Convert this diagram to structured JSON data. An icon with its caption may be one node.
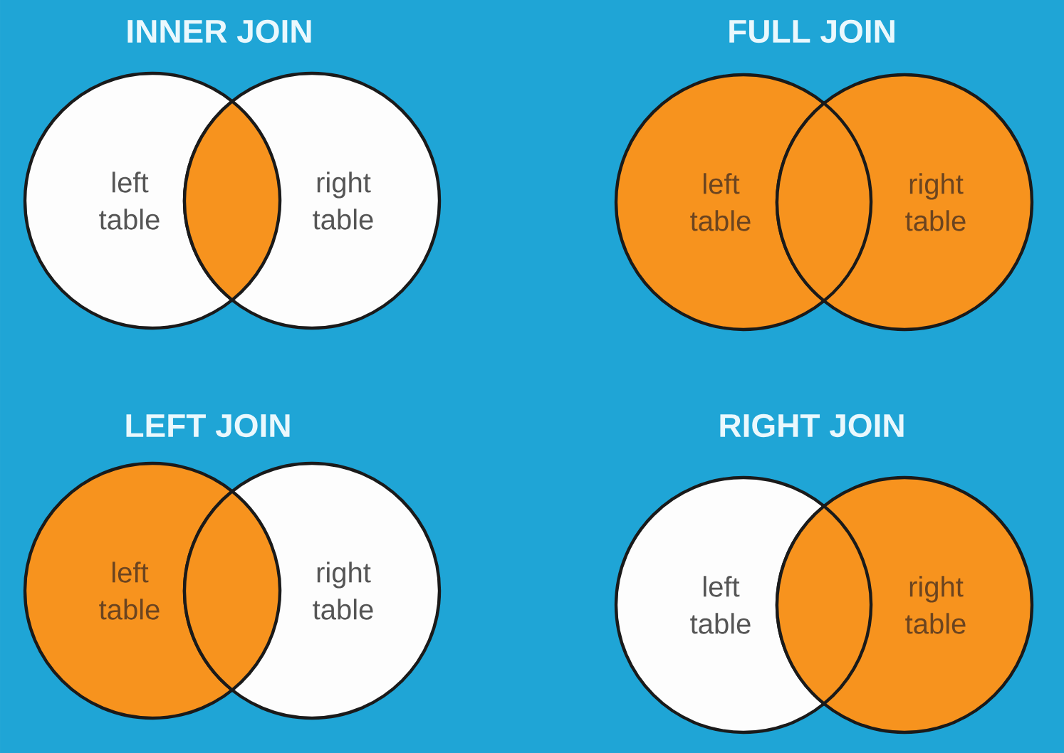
{
  "diagram": {
    "nodes": [
      {
        "text": [
          "left table"
        ]
      },
      {
        "text": [],
        "shape": "lens"
      },
      {
        "text": [
          "right table"
        ]
      },
      {
        "text": [
          "left table"
        ]
      },
      {
        "text": [],
        "shape": "lens"
      },
      {
        "text": [
          "right table"
        ]
      },
      {
        "text": [
          "left table"
        ]
      },
      {
        "text": [],
        "shape": "lens"
      },
      {
        "text": [
          "right table"
        ]
      },
      {
        "text": [
          "left table"
        ]
      },
      {
        "text": [],
        "shape": "lens"
      },
      {
        "text": [
          "right table"
        ]
      }
    ],
    "labels": [
      "INNER JOIN",
      "FULL JOIN",
      "LEFT JOIN",
      "RIGHT JOIN"
    ]
  }
}
